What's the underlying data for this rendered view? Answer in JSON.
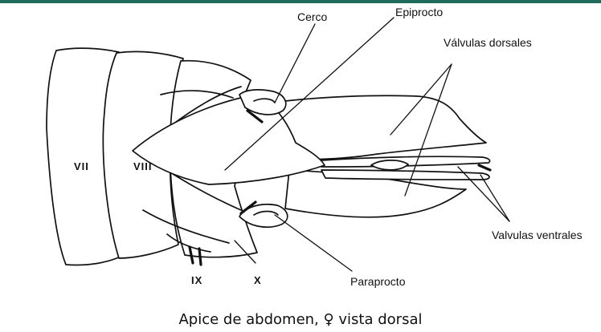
{
  "colors": {
    "accent_bar": "#1e6b5c",
    "ink": "#111111",
    "background": "#ffffff"
  },
  "labels": {
    "cerco": "Cerco",
    "epiprocto": "Epiprocto",
    "valvulas_dorsales": "Válvulas dorsales",
    "valvulas_ventrales": "Valvulas ventrales",
    "paraprocto": "Paraprocto"
  },
  "segments": {
    "vii": "VII",
    "viii": "VIII",
    "ix": "IX",
    "x": "X"
  },
  "caption": "Apice de abdomen, ♀ vista dorsal"
}
